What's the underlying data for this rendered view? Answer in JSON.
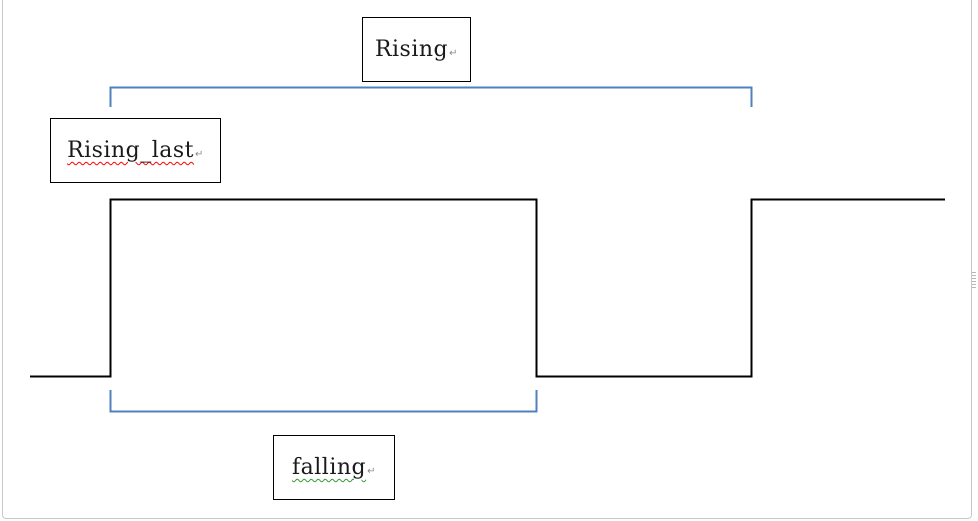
{
  "labels": {
    "rising": "Rising",
    "rising_last": "Rising_last",
    "falling": "falling",
    "paragraph_mark": "↵"
  },
  "colors": {
    "signal": "#000000",
    "bracket": "#4f81bd",
    "spellcheck_red": "#ff0000",
    "spellcheck_green": "#2e9a2e"
  }
}
